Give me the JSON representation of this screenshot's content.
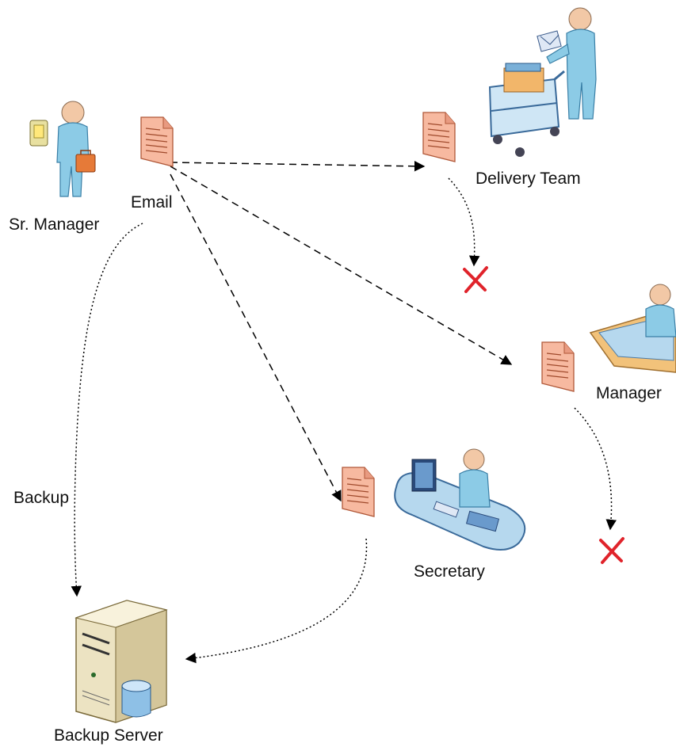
{
  "nodes": {
    "sr_manager": "Sr. Manager",
    "email": "Email",
    "delivery_team": "Delivery Team",
    "manager": "Manager",
    "secretary": "Secretary",
    "backup_server": "Backup Server"
  },
  "edges": {
    "backup_label": "Backup"
  },
  "colors": {
    "document": "#f7b9a0",
    "person": "#8ccbe6",
    "cross": "#e0232b"
  }
}
